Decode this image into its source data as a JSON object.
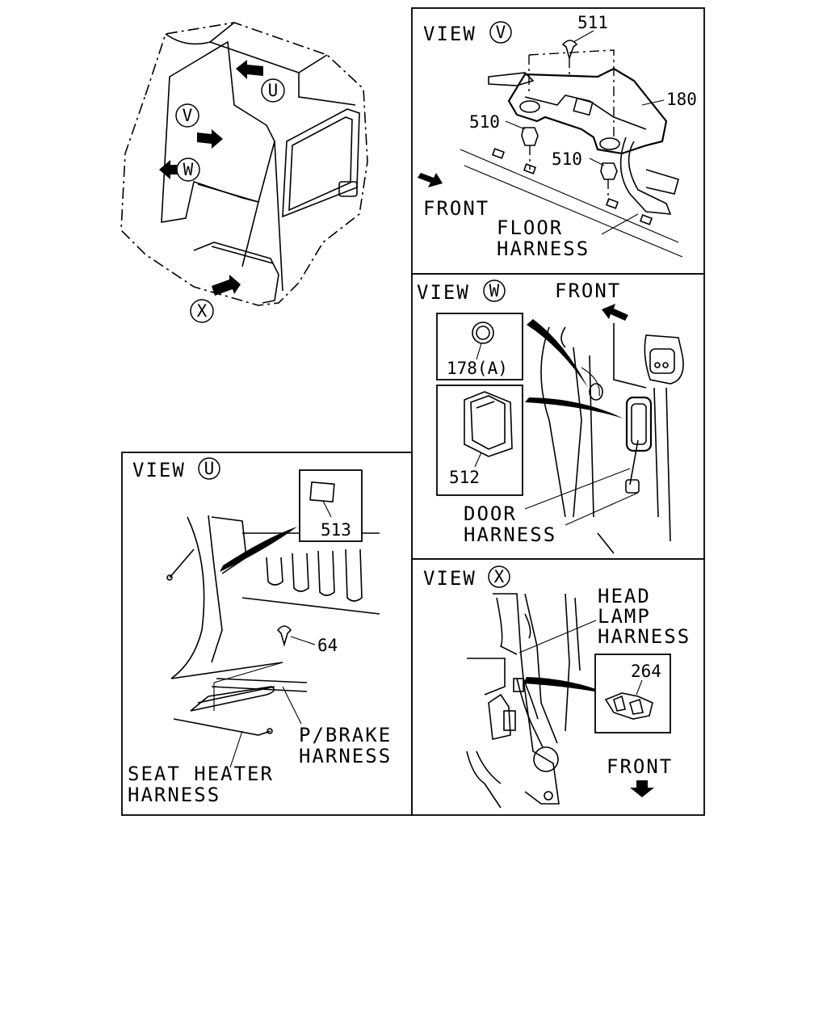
{
  "cab": {
    "view_markers": [
      "U",
      "V",
      "W",
      "X"
    ]
  },
  "view_v": {
    "view_word": "VIEW",
    "view_letter": "V",
    "callouts": [
      "511",
      "180",
      "510",
      "510"
    ],
    "front_label": "FRONT",
    "harness_line1": "FLOOR",
    "harness_line2": "HARNESS"
  },
  "view_w": {
    "view_word": "VIEW",
    "view_letter": "W",
    "front_label": "FRONT",
    "part_178": "178(A)",
    "part_512": "512",
    "harness_line1": "DOOR",
    "harness_line2": "HARNESS"
  },
  "view_u": {
    "view_word": "VIEW",
    "view_letter": "U",
    "part_513": "513",
    "part_64": "64",
    "pbrake_line1": "P/BRAKE",
    "pbrake_line2": "HARNESS",
    "seat_line1": "SEAT HEATER",
    "seat_line2": "HARNESS"
  },
  "view_x": {
    "view_word": "VIEW",
    "view_letter": "X",
    "harness_line1": "HEAD",
    "harness_line2": "LAMP",
    "harness_line3": "HARNESS",
    "part_264": "264",
    "front_label": "FRONT"
  }
}
